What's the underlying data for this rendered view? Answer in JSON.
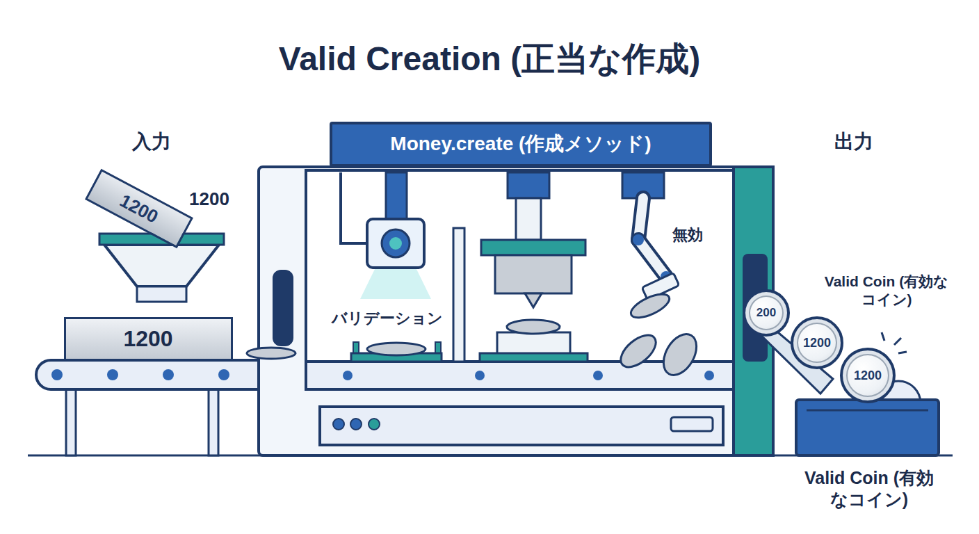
{
  "diagram": {
    "title": "Valid Creation (正当な作成)",
    "nodes": [
      {
        "text": [
          "1200"
        ]
      },
      {
        "text": [
          "1200"
        ]
      },
      {
        "text": [
          "Money.create (作成メソッド)"
        ]
      },
      {
        "text": [
          "200"
        ]
      },
      {
        "text": [
          "1200"
        ]
      },
      {
        "text": [
          "1200"
        ]
      }
    ],
    "labels": [
      "入力",
      "1200",
      "バリデーション",
      "無効",
      "出力",
      "Valid Coin (有効なコイン)",
      "Valid Coin (有効なコイン)"
    ]
  }
}
